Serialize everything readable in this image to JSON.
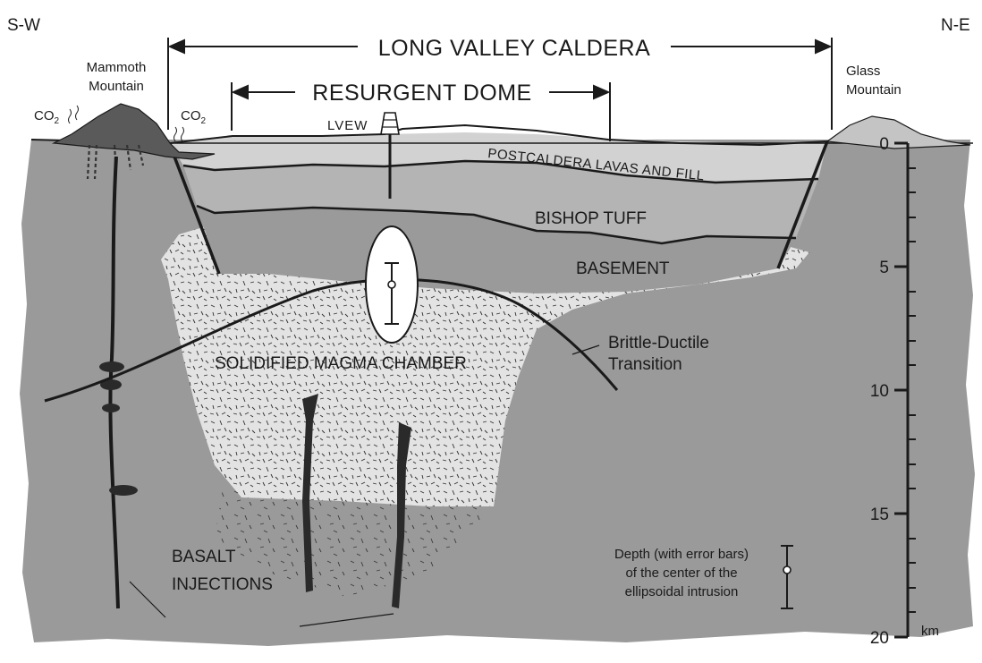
{
  "direction": {
    "left": "S-W",
    "right": "N-E"
  },
  "features": {
    "mammoth_mountain": "Mammoth\nMountain",
    "glass_mountain": "Glass\nMountain",
    "long_valley_caldera": "LONG VALLEY CALDERA",
    "resurgent_dome": "RESURGENT DOME",
    "lvew": "LVEW",
    "co2_base": "CO",
    "co2_sub": "2"
  },
  "units": {
    "postcaldera": "POSTCALDERA LAVAS AND FILL",
    "bishop_tuff": "BISHOP TUFF",
    "basement": "BASEMENT",
    "magma_chamber": "SOLIDIFIED MAGMA CHAMBER",
    "brittle_ductile": "Brittle-Ductile\nTransition",
    "basalt": "BASALT\nINJECTIONS"
  },
  "depth_axis": {
    "ticks": [
      "0",
      "5",
      "10",
      "15",
      "20"
    ],
    "unit": "km"
  },
  "legend": {
    "text": "Depth (with error bars)\nof the center of the\nellipsoidal intrusion"
  },
  "colors": {
    "crust": "#9a9a9a",
    "fill": "#d2d2d2",
    "bishop_tuff": "#b4b4b4",
    "basement": "#9a9a9a",
    "magma": "#e3e3e3",
    "mountain_dark": "#5a5a5a",
    "mountain_light": "#c4c4c4",
    "ink": "#1a1a1a"
  }
}
